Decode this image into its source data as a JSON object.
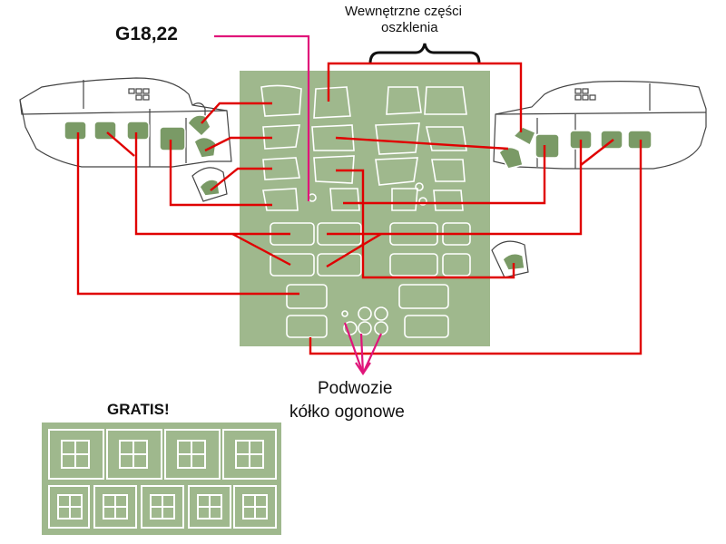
{
  "labels": {
    "code": "G18,22",
    "inner_glass_line1": "Wewnętrzne części",
    "inner_glass_line2": "oszklenia",
    "landing_gear_line1": "Podwozie",
    "landing_gear_line2": "kółko ogonowe",
    "bonus": "GRATIS!"
  },
  "colors": {
    "mask_sheet": "#9fb88d",
    "mask_fill": "#7a9a66",
    "leader_red": "#e00000",
    "leader_magenta": "#e0157a",
    "outline": "#333333"
  }
}
